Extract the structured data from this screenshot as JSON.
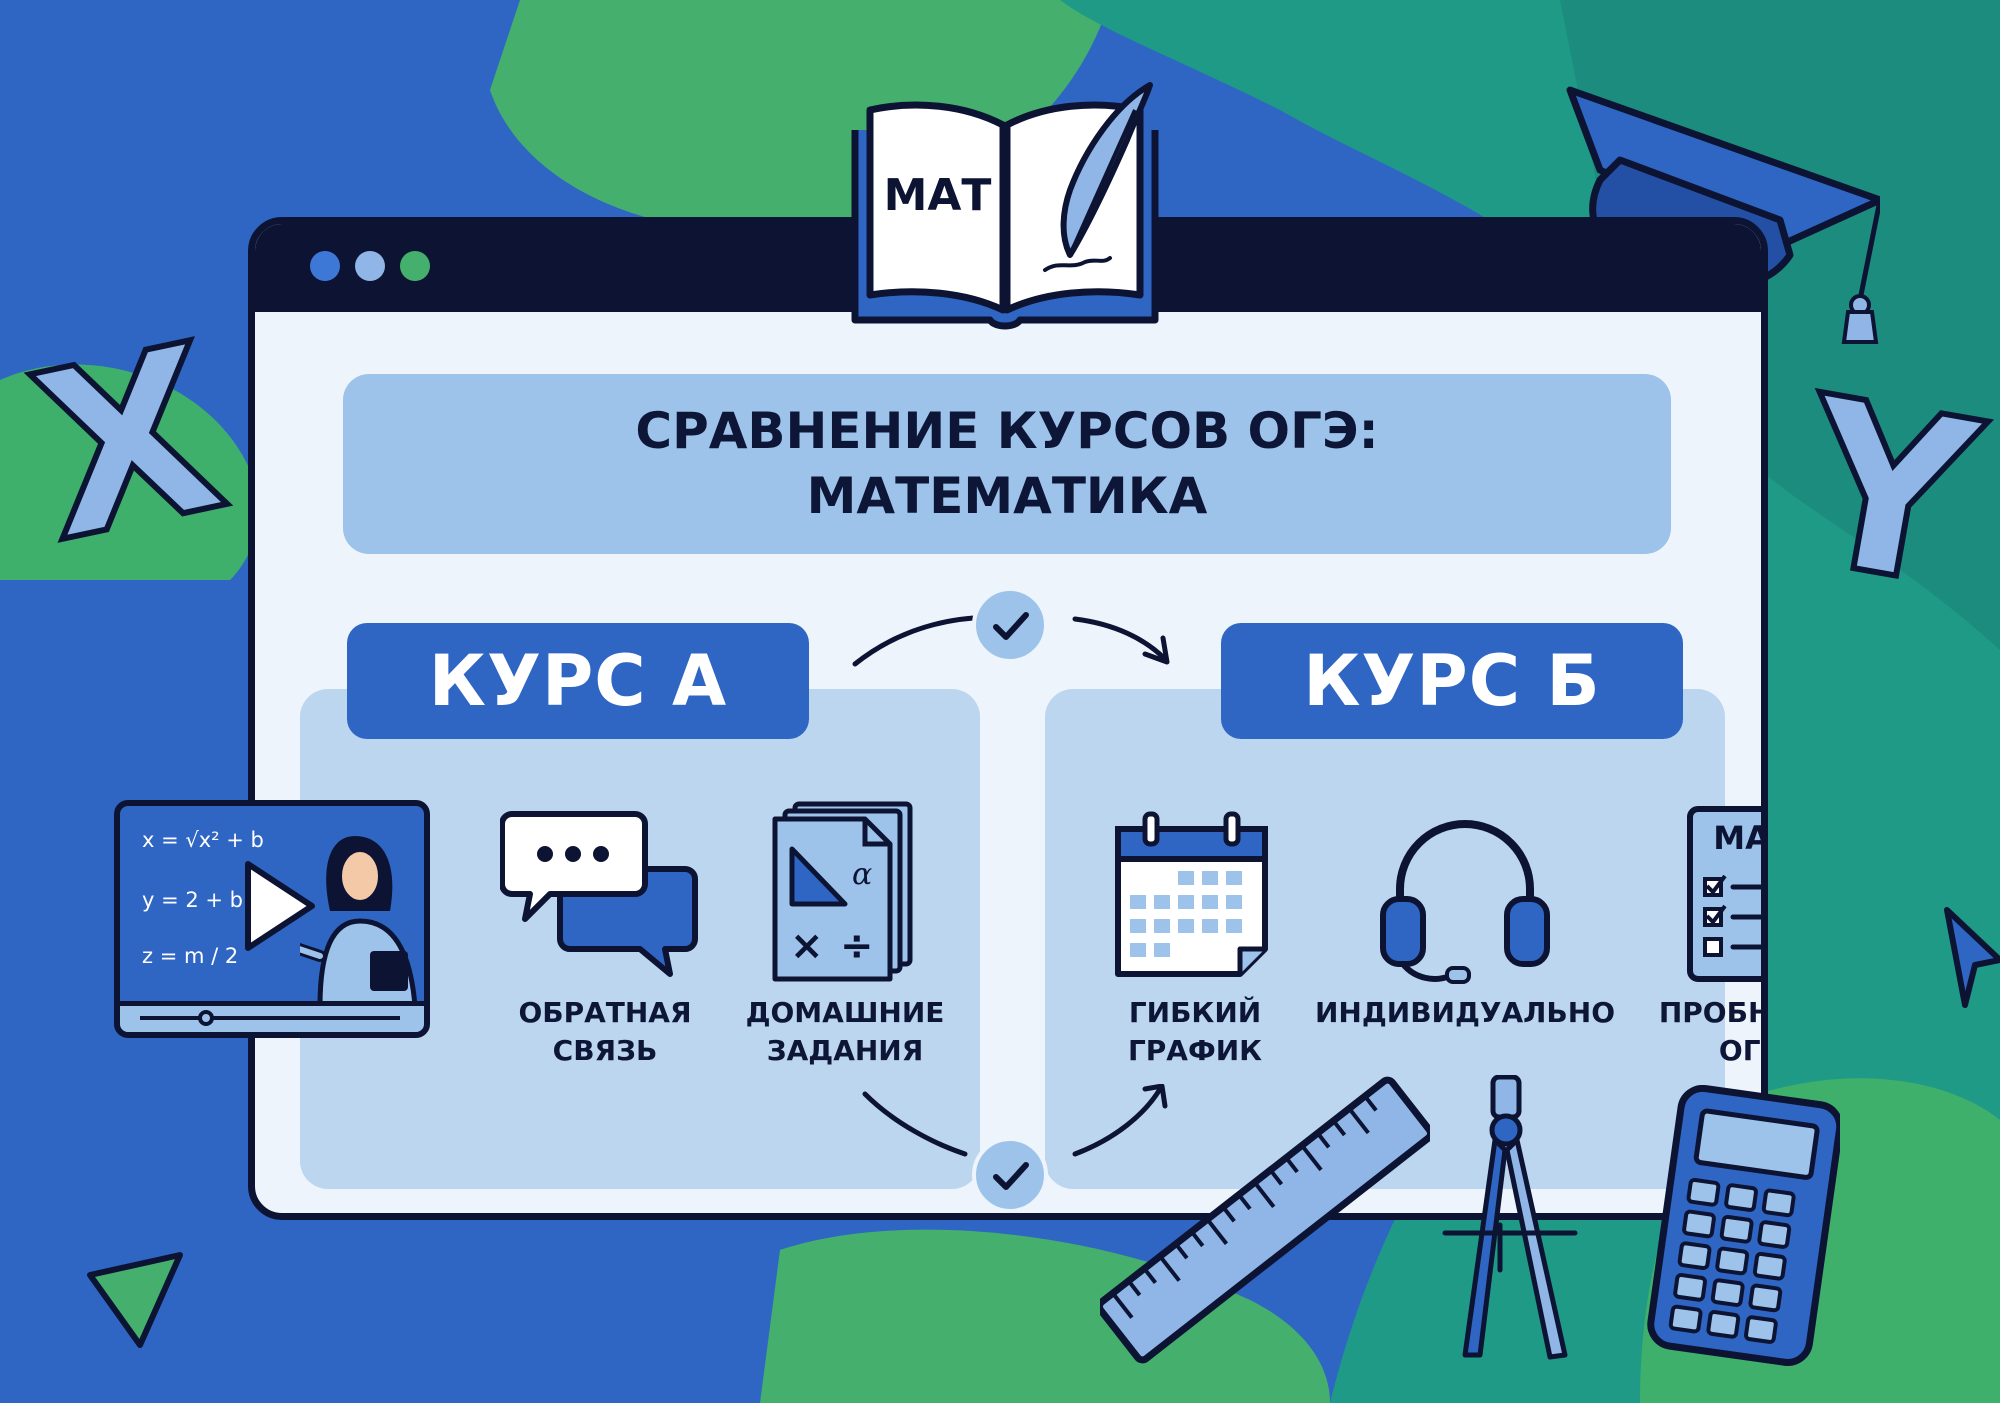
{
  "title": {
    "text": "СРАВНЕНИЕ КУРСОВ ОГЭ: МАТЕМАТИКА"
  },
  "book": {
    "label": "МАТ"
  },
  "course_a": {
    "label": "КУРС А",
    "features": [
      {
        "icon": "video-lesson-icon",
        "label": ""
      },
      {
        "icon": "chat-bubbles-icon",
        "label": "ОБРАТНАЯ\nСВЯЗЬ"
      },
      {
        "icon": "homework-sheets-icon",
        "label": "ДОМАШНИЕ\nЗАДАНИЯ"
      }
    ],
    "video_formulas": [
      "x = √x² + b",
      "y = 2 + b / 2",
      "z = m / 2"
    ]
  },
  "course_b": {
    "label": "КУРС Б",
    "features": [
      {
        "icon": "calendar-icon",
        "label": "ГИБКИЙ\nГРАФИК"
      },
      {
        "icon": "headphones-icon",
        "label": "ИНДИВИДУАЛЬНО"
      },
      {
        "icon": "test-sheet-icon",
        "label": "ПРОБНИКИ\nОГЭ"
      }
    ],
    "test_sheet_label": "МАТ"
  },
  "decor": {
    "letter_x": "X",
    "letter_y": "Y"
  },
  "colors": {
    "navy": "#0d1433",
    "blue": "#2f66c4",
    "light_blue": "#9dc3ea",
    "panel": "#bcd6f0",
    "window": "#eef4fb",
    "green": "#3cb371",
    "teal": "#1f9a86"
  }
}
